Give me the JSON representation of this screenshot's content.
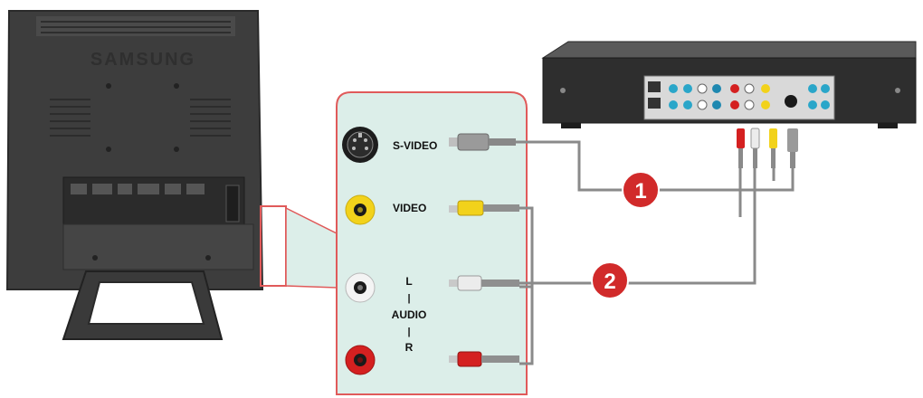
{
  "monitor": {
    "brand": "SAMSUNG"
  },
  "panel": {
    "svideo_label": "S-VIDEO",
    "video_label": "VIDEO",
    "audio_l": "L",
    "audio_sep1": "|",
    "audio_label": "AUDIO",
    "audio_sep2": "|",
    "audio_r": "R"
  },
  "callouts": {
    "first": "1",
    "second": "2"
  },
  "colors": {
    "panel_bg": "#dceee9",
    "panel_border": "#e05a5a",
    "callout_red": "#d12a2a",
    "monitor_dark": "#3a3a3a",
    "cable_gray": "#8a8a8a",
    "jack_yellow": "#f2d21b",
    "jack_white": "#f4f4f4",
    "jack_red": "#d42020"
  }
}
